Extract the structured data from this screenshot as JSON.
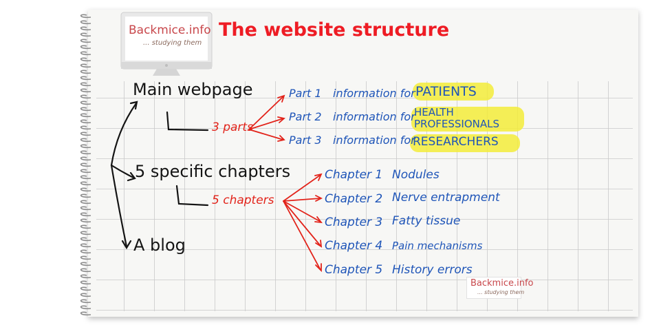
{
  "title": "The website structure",
  "logo": {
    "name": "Backmice.info",
    "tagline": "... studying them"
  },
  "nodes": {
    "main_webpage": "Main webpage",
    "specific_chapters": "5 specific chapters",
    "blog": "A blog",
    "three_parts": "3 parts",
    "five_chapters": "5 chapters"
  },
  "parts": [
    {
      "label": "Part 1",
      "info": "information for",
      "audience": "PATIENTS"
    },
    {
      "label": "Part 2",
      "info": "information for",
      "audience_line1": "HEALTH",
      "audience_line2": "PROFESSIONALS"
    },
    {
      "label": "Part 3",
      "info": "information for",
      "audience": "RESEARCHERS"
    }
  ],
  "chapters": [
    {
      "label": "Chapter 1",
      "topic": "Nodules"
    },
    {
      "label": "Chapter 2",
      "topic": "Nerve entrapment"
    },
    {
      "label": "Chapter 3",
      "topic": "Fatty tissue"
    },
    {
      "label": "Chapter 4",
      "topic": "Pain mechanisms"
    },
    {
      "label": "Chapter 5",
      "topic": "History errors"
    }
  ],
  "colors": {
    "accent_red": "#e2231a",
    "ink_blue": "#1f55b8",
    "highlight": "#f3ec3a",
    "grid": "#cfcfcf"
  }
}
